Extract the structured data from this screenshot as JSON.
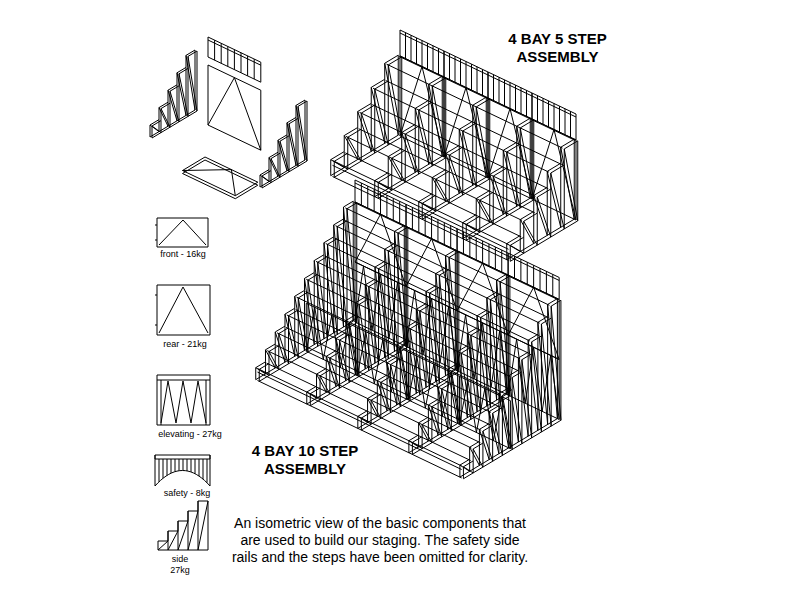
{
  "diagram": {
    "caption": "An isometric view of the basic components that are used to build our staging. The safety side rails and the steps have been omitted for clarity.",
    "labels": [
      "4 BAY 5 STEP ASSEMBLY",
      "4 BAY 10 STEP ASSEMBLY",
      "front - 16kg",
      "rear - 21kg",
      "elevating - 27kg",
      "safety - 8kg",
      "side 27kg"
    ]
  }
}
